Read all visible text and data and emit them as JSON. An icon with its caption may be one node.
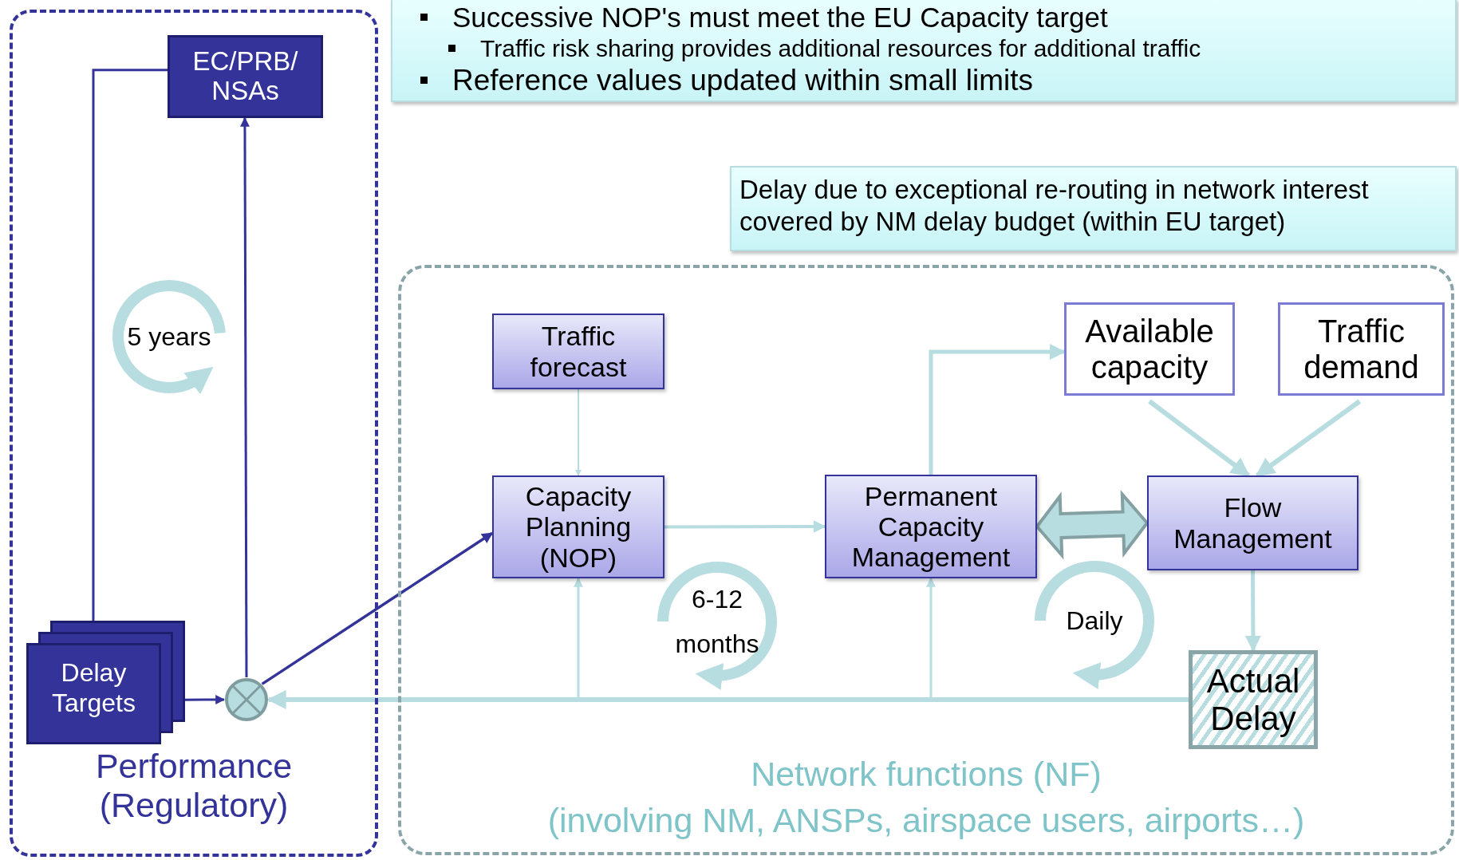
{
  "diagram": {
    "nodes": [
      {
        "text": [
          "Performance (Regulatory)"
        ]
      },
      {
        "text": [
          "EC/PRB/ NSAs"
        ],
        "in": 0
      },
      {
        "text": [
          "Delay Targets"
        ],
        "in": 0
      },
      {
        "text": [],
        "shape": "circle",
        "in": 0
      },
      {
        "text": [
          "Successive NOP's must meet the EU Capacity target",
          "Traffic risk sharing provides additional resources for additional traffic",
          "Reference values updated within small limits"
        ]
      },
      {
        "text": [
          "Delay due to exceptional re-routing in network interest covered by NM delay budget (within EU target)"
        ]
      },
      {
        "text": [
          "Network functions (NF)",
          "(involving NM, ANSPs, airspace users, airports…)"
        ]
      },
      {
        "text": [
          "Traffic forecast"
        ],
        "in": 6
      },
      {
        "text": [
          "Available capacity"
        ],
        "in": 6
      },
      {
        "text": [
          "Traffic demand"
        ],
        "in": 6
      },
      {
        "text": [
          "Capacity Planning (NOP)"
        ],
        "in": 6
      },
      {
        "text": [
          "Permanent Capacity Management"
        ],
        "in": 6
      },
      {
        "text": [
          "Flow Management"
        ],
        "in": 6
      },
      {
        "text": [
          "Actual Delay"
        ],
        "in": 6
      }
    ],
    "edges": [
      {
        "from": 1,
        "to": 2,
        "arrow": "to",
        "color": "#333399"
      },
      {
        "from": 2,
        "to": 3,
        "arrow": "to",
        "color": "#333399"
      },
      {
        "from": 3,
        "to": 1,
        "arrow": "to",
        "color": "#333399"
      },
      {
        "from": 3,
        "to": 10,
        "arrow": "to",
        "color": "#333399"
      },
      {
        "from": 13,
        "to": 3,
        "arrow": "to"
      },
      {
        "from": 13,
        "to": 10,
        "arrow": "to"
      },
      {
        "from": 13,
        "to": 11,
        "arrow": "to"
      },
      {
        "from": 7,
        "to": 10,
        "arrow": "to"
      },
      {
        "from": 10,
        "to": 11,
        "arrow": "to"
      },
      {
        "from": 11,
        "to": 8,
        "arrow": "to"
      },
      {
        "from": 8,
        "to": 12,
        "arrow": "to"
      },
      {
        "from": 9,
        "to": 12,
        "arrow": "to"
      },
      {
        "from": 12,
        "to": 13,
        "arrow": "to"
      },
      {
        "from": 11,
        "to": 12,
        "arrow": "both",
        "style": "thick"
      }
    ],
    "labels": [
      "5 years",
      "6-12 months",
      "Daily"
    ]
  }
}
